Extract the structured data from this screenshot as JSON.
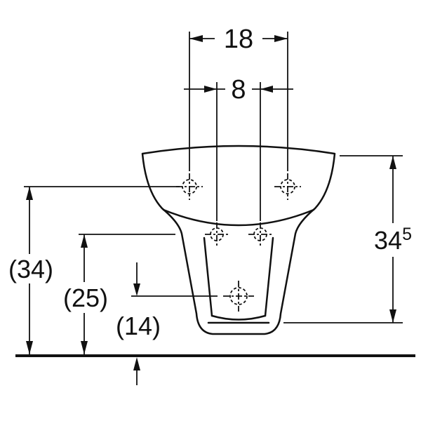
{
  "drawing": {
    "kind": "technical-dimension-drawing",
    "line_color": "#111111",
    "background_color": "#ffffff",
    "labels": {
      "width_outer": "18",
      "width_inner": "8",
      "height_right_main": "34",
      "height_right_sup": "5",
      "height_left_outer": "(34)",
      "height_left_middle": "(25)",
      "height_left_inner": "(14)"
    }
  }
}
